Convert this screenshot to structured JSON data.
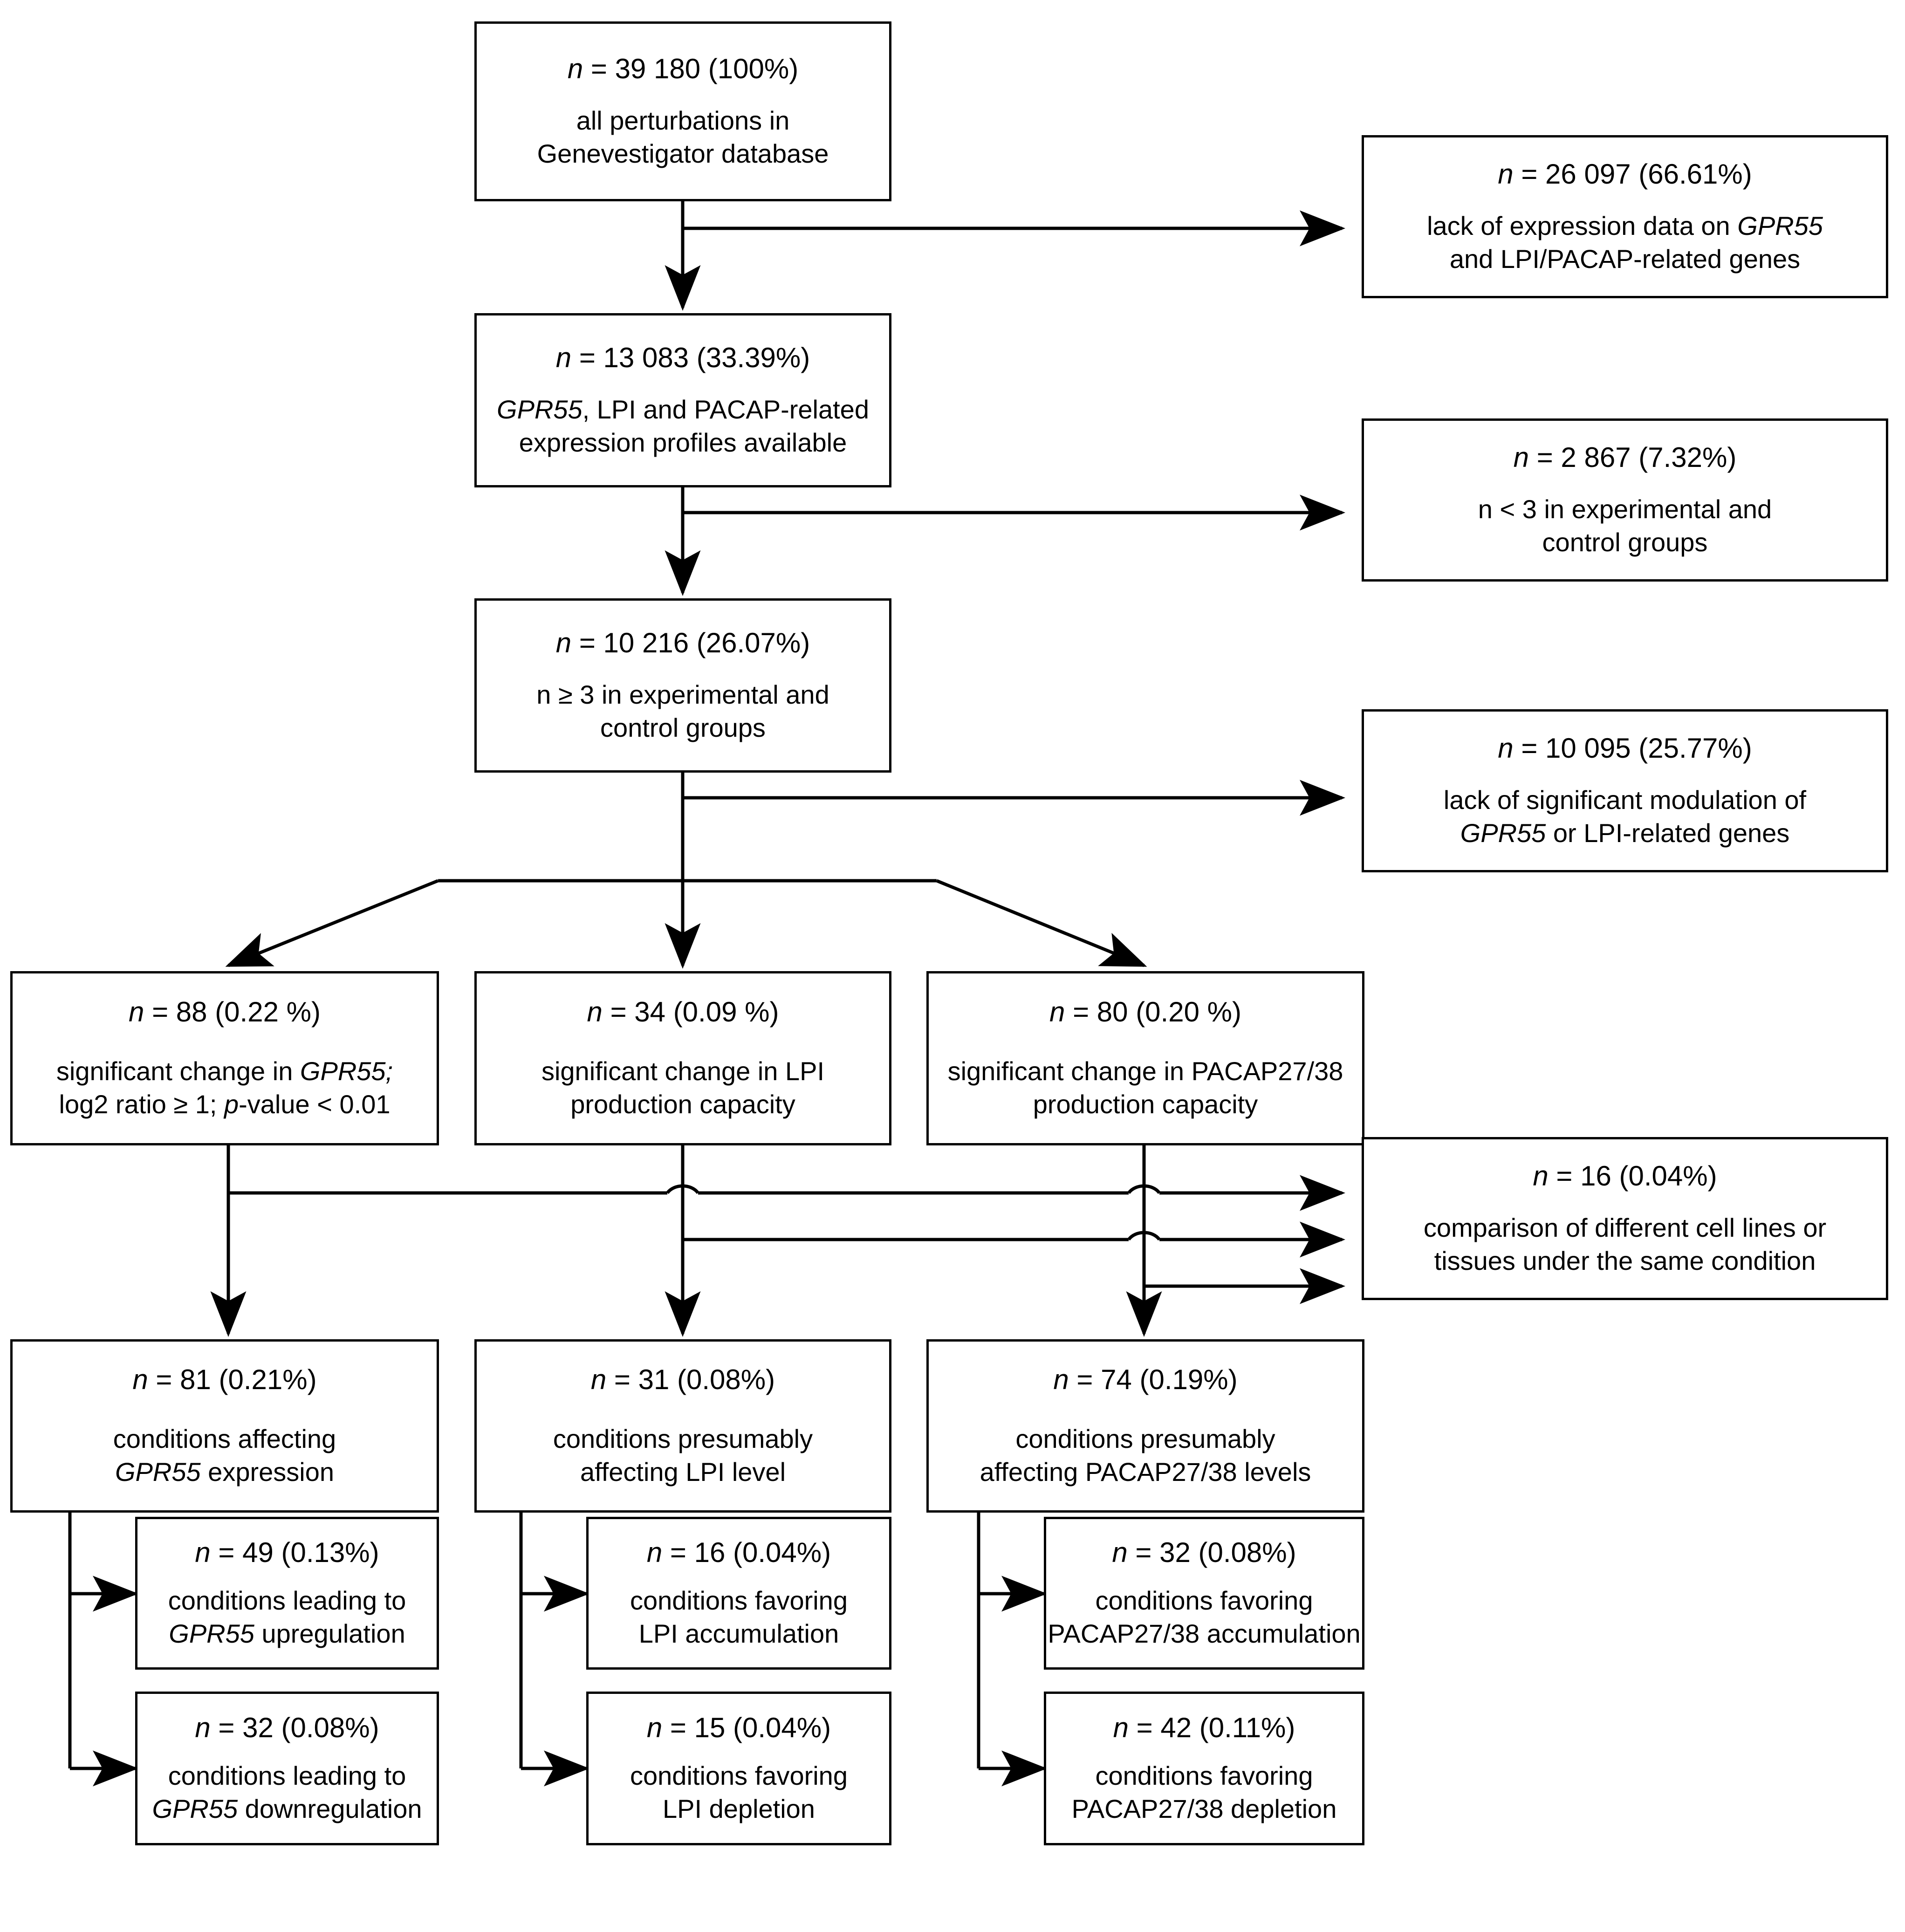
{
  "figure": {
    "type": "flowchart",
    "orientation": "top-down",
    "line_color": "#000000",
    "box_fill": "#ffffff",
    "total_n": 39180
  },
  "nodes": {
    "all_perturbations": {
      "headline_n": "n",
      "headline_rest": " = 39 180  (100%)",
      "body_line1": "all perturbations in",
      "body_line2": "Genevestigator database",
      "count": 39180,
      "percent": "100%"
    },
    "excluded_no_expression": {
      "headline_n": "n",
      "headline_rest": " = 26 097  (66.61%)",
      "body_line1_pre": "lack of expression data on ",
      "body_line1_it": "GPR55",
      "body_line2": "and LPI/PACAP-related genes",
      "count": 26097,
      "percent": "66.61%"
    },
    "profiles_available": {
      "headline_n": "n",
      "headline_rest": " = 13 083  (33.39%)",
      "body_line1_it": "GPR55",
      "body_line1_post": ", LPI and PACAP-related",
      "body_line2": "expression profiles available",
      "count": 13083,
      "percent": "33.39%"
    },
    "excluded_small_n": {
      "headline_n": "n",
      "headline_rest": " = 2 867  (7.32%)",
      "body_line1": "n < 3 in experimental and",
      "body_line2": "control groups",
      "count": 2867,
      "percent": "7.32%"
    },
    "n_at_least_3": {
      "headline_n": "n",
      "headline_rest": " = 10 216  (26.07%)",
      "body_line1": "n ≥ 3 in experimental and",
      "body_line2": "control groups",
      "count": 10216,
      "percent": "26.07%"
    },
    "excluded_no_modulation": {
      "headline_n": "n",
      "headline_rest": " = 10 095  (25.77%)",
      "body_line1": "lack of significant modulation of",
      "body_line2_it": "GPR55",
      "body_line2_post": " or LPI-related genes",
      "count": 10095,
      "percent": "25.77%"
    },
    "sig_gpr55": {
      "headline_n": "n",
      "headline_rest": " = 88  (0.22 %)",
      "body_line1_pre": "significant change in ",
      "body_line1_it": "GPR55;",
      "body_line2_pre": "log2 ratio ≥ 1; ",
      "body_line2_it": "p",
      "body_line2_post": "-value < 0.01",
      "count": 88,
      "percent": "0.22 %"
    },
    "sig_lpi": {
      "headline_n": "n",
      "headline_rest": " = 34  (0.09 %)",
      "body_line1": "significant change in LPI",
      "body_line2": "production capacity",
      "count": 34,
      "percent": "0.09 %"
    },
    "sig_pacap": {
      "headline_n": "n",
      "headline_rest": " = 80  (0.20 %)",
      "body_line1": "significant  change in PACAP27/38",
      "body_line2": "production capacity",
      "count": 80,
      "percent": "0.20 %"
    },
    "excluded_cell_lines": {
      "headline_n": "n",
      "headline_rest": " = 16 (0.04%)",
      "body_line1": "comparison of different cell lines or",
      "body_line2": "tissues under the same condition",
      "count": 16,
      "percent": "0.04%"
    },
    "cond_gpr55": {
      "headline_n": "n",
      "headline_rest": " = 81 (0.21%)",
      "body_line1": "conditions affecting",
      "body_line2_it": "GPR55",
      "body_line2_post": " expression",
      "count": 81,
      "percent": "0.21%"
    },
    "cond_lpi": {
      "headline_n": "n",
      "headline_rest": " = 31 (0.08%)",
      "body_line1": "conditions presumably",
      "body_line2": "affecting  LPI level",
      "count": 31,
      "percent": "0.08%"
    },
    "cond_pacap": {
      "headline_n": "n",
      "headline_rest": " = 74 (0.19%)",
      "body_line1": "conditions presumably",
      "body_line2": "affecting PACAP27/38 levels",
      "count": 74,
      "percent": "0.19%"
    },
    "gpr55_up": {
      "headline_n": "n",
      "headline_rest": " = 49 (0.13%)",
      "body_line1": "conditions leading to",
      "body_line2_it": "GPR55",
      "body_line2_post": " upregulation",
      "count": 49,
      "percent": "0.13%"
    },
    "lpi_accum": {
      "headline_n": "n",
      "headline_rest": " = 16 (0.04%)",
      "body_line1": "conditions favoring",
      "body_line2": "LPI accumulation",
      "count": 16,
      "percent": "0.04%"
    },
    "pacap_accum": {
      "headline_n": "n",
      "headline_rest": " = 32 (0.08%)",
      "body_line1": "conditions favoring",
      "body_line2": "PACAP27/38 accumulation",
      "count": 32,
      "percent": "0.08%"
    },
    "gpr55_down": {
      "headline_n": "n",
      "headline_rest": " = 32 (0.08%)",
      "body_line1": "conditions leading to",
      "body_line2_it": "GPR55",
      "body_line2_post": " downregulation",
      "count": 32,
      "percent": "0.08%"
    },
    "lpi_depl": {
      "headline_n": "n",
      "headline_rest": " = 15 (0.04%)",
      "body_line1": "conditions favoring",
      "body_line2": "LPI depletion",
      "count": 15,
      "percent": "0.04%"
    },
    "pacap_depl": {
      "headline_n": "n",
      "headline_rest": " = 42 (0.11%)",
      "body_line1": "conditions favoring",
      "body_line2": "PACAP27/38 depletion",
      "count": 42,
      "percent": "0.11%"
    }
  }
}
